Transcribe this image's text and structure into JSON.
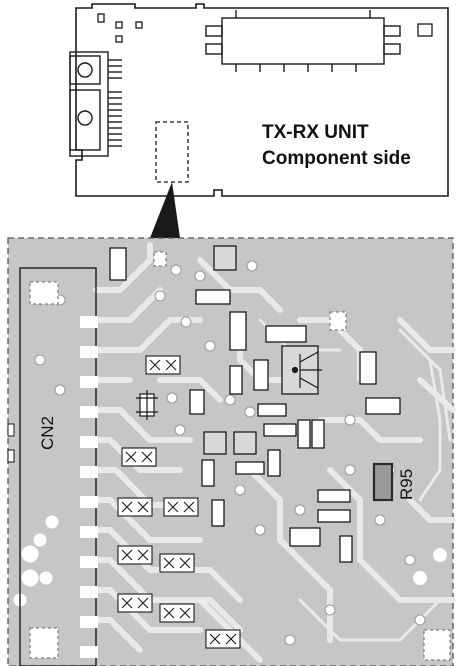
{
  "header": {
    "unit_title": "TX-RX UNIT",
    "unit_subtitle": "Component side"
  },
  "labels": {
    "connector": "CN2",
    "resistor": "R95"
  },
  "colors": {
    "board_fill": "#c6c6c6",
    "trace": "#e9e9e9",
    "outline": "#1a1a1a",
    "pad_fill": "#ffffff",
    "highlight": "#2b2b2b"
  }
}
